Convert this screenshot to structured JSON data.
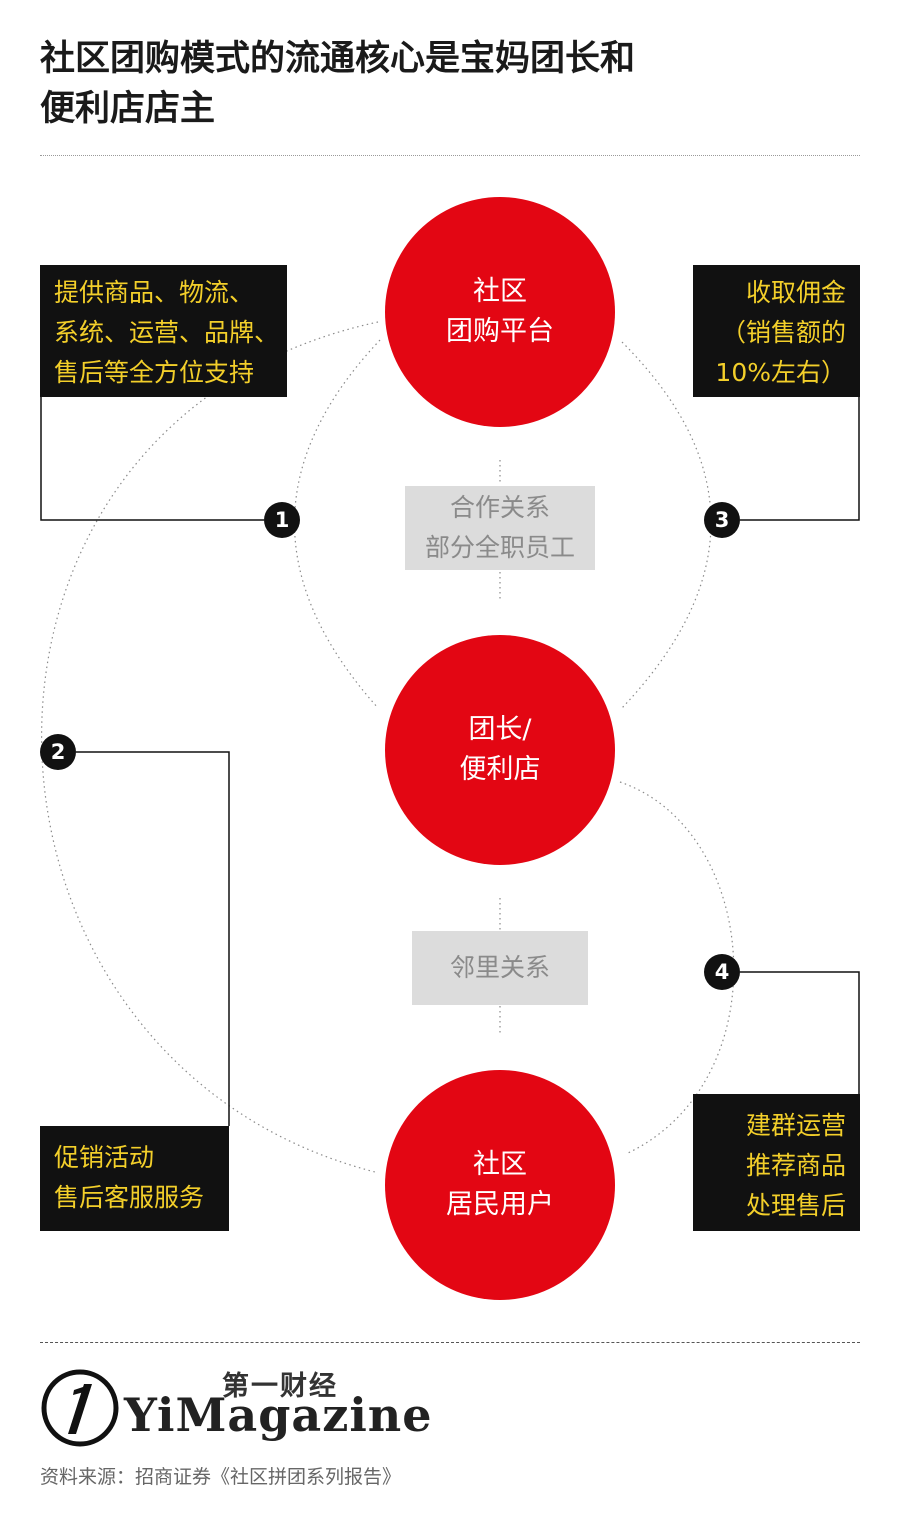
{
  "title": {
    "line1": "社区团购模式的流通核心是宝妈团长和",
    "line2": "便利店店主"
  },
  "nodes": {
    "platform": {
      "line1": "社区",
      "line2": "团购平台"
    },
    "leader": {
      "line1": "团长/",
      "line2": "便利店"
    },
    "residents": {
      "line1": "社区",
      "line2": "居民用户"
    }
  },
  "relations": {
    "upper": {
      "line1": "合作关系",
      "line2": "部分全职员工"
    },
    "lower": {
      "line1": "邻里关系"
    }
  },
  "callouts": {
    "c1": {
      "number": "1",
      "lines": [
        "提供商品、物流、",
        "系统、运营、品牌、",
        "售后等全方位支持"
      ]
    },
    "c2": {
      "number": "2",
      "lines": [
        "促销活动",
        "售后客服服务"
      ]
    },
    "c3": {
      "number": "3",
      "lines": [
        "收取佣金",
        "（销售额的",
        "10%左右）"
      ]
    },
    "c4": {
      "number": "4",
      "lines": [
        "建群运营",
        "推荐商品",
        "处理售后"
      ]
    }
  },
  "colors": {
    "node": "#e30613",
    "callout_bg": "#111111",
    "callout_text": "#f3cf2a",
    "relation_bg": "#dcdcdc"
  },
  "footer": {
    "brand_cn": "第一财经",
    "brand_en": "YiMagazine",
    "source": "资料来源：招商证券《社区拼团系列报告》"
  }
}
